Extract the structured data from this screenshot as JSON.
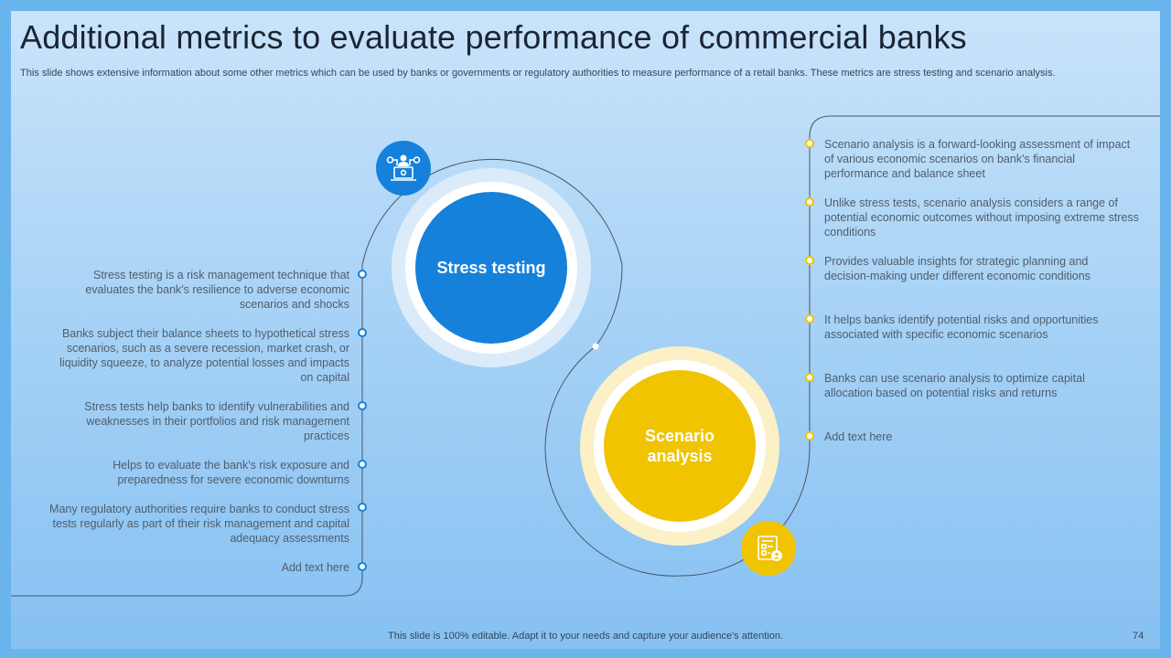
{
  "slide": {
    "title": "Additional metrics to evaluate performance of commercial banks",
    "subtitle": "This slide shows extensive information about some other metrics which can be used by banks or governments or regulatory authorities to measure performance of a retail banks. These metrics are stress testing and scenario analysis.",
    "footer": "This slide is 100% editable. Adapt it to your needs and capture your audience's attention.",
    "page_number": "74"
  },
  "stress": {
    "label": "Stress testing",
    "icon": "presenter-settings-icon",
    "color": "#1581db",
    "points": [
      "Stress testing is a risk management technique that evaluates the bank's resilience to adverse  economic scenarios and shocks",
      "Banks subject their balance sheets to hypothetical stress scenarios, such as a severe recession, market crash, or liquidity squeeze, to analyze potential losses and impacts on capital",
      "Stress tests help banks to identify vulnerabilities  and weaknesses in their portfolios  and risk management practices",
      "Helps to evaluate  the bank's risk exposure and preparedness  for severe economic downturns",
      "Many regulatory  authorities  require  banks to conduct stress tests regularly as part of their risk management  and capital adequacy assessments",
      "Add text here"
    ]
  },
  "scenario": {
    "label_line1": "Scenario",
    "label_line2": "analysis",
    "icon": "analytics-report-icon",
    "color": "#f0c400",
    "points": [
      "Scenario analysis is a forward-looking  assessment of impact of various  economic scenarios on bank's financial performance  and balance sheet",
      "Unlike stress tests, scenario analysis considers a range of potential economic outcomes without imposing extreme stress conditions",
      "Provides valuable  insights for strategic planning  and decision-making  under different economic conditions",
      "It helps banks identify potential risks and opportunities associated with specific economic scenarios",
      "Banks can use scenario analysis to optimize capital allocation  based on potential risks and returns",
      "Add text here"
    ]
  }
}
